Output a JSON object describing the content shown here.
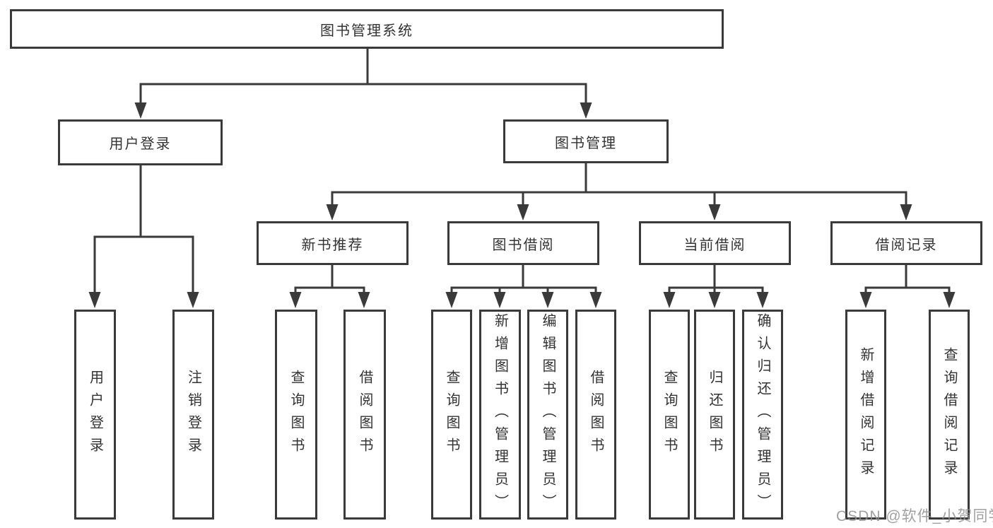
{
  "diagram": {
    "title": "图书管理系统",
    "tree": {
      "label": "图书管理系统",
      "children": [
        {
          "label": "用户登录",
          "children": [
            {
              "label": "用户登录"
            },
            {
              "label": "注销登录"
            }
          ]
        },
        {
          "label": "图书管理",
          "children": [
            {
              "label": "新书推荐",
              "children": [
                {
                  "label": "查询图书"
                },
                {
                  "label": "借阅图书"
                }
              ]
            },
            {
              "label": "图书借阅",
              "children": [
                {
                  "label": "查询图书"
                },
                {
                  "label": "新增图书（管理员）"
                },
                {
                  "label": "编辑图书（管理员）"
                },
                {
                  "label": "借阅图书"
                }
              ]
            },
            {
              "label": "当前借阅",
              "children": [
                {
                  "label": "查询图书"
                },
                {
                  "label": "归还图书"
                },
                {
                  "label": "确认归还（管理员）"
                }
              ]
            },
            {
              "label": "借阅记录",
              "children": [
                {
                  "label": "新增借阅记录"
                },
                {
                  "label": "查询借阅记录"
                }
              ]
            }
          ]
        }
      ]
    }
  },
  "watermark": "CSDN @软件_小贺同学",
  "colors": {
    "line": "#3a3a3a",
    "box_border": "#3a3a3a",
    "text": "#333333",
    "background": "#ffffff",
    "watermark": "#8f8f8f"
  }
}
